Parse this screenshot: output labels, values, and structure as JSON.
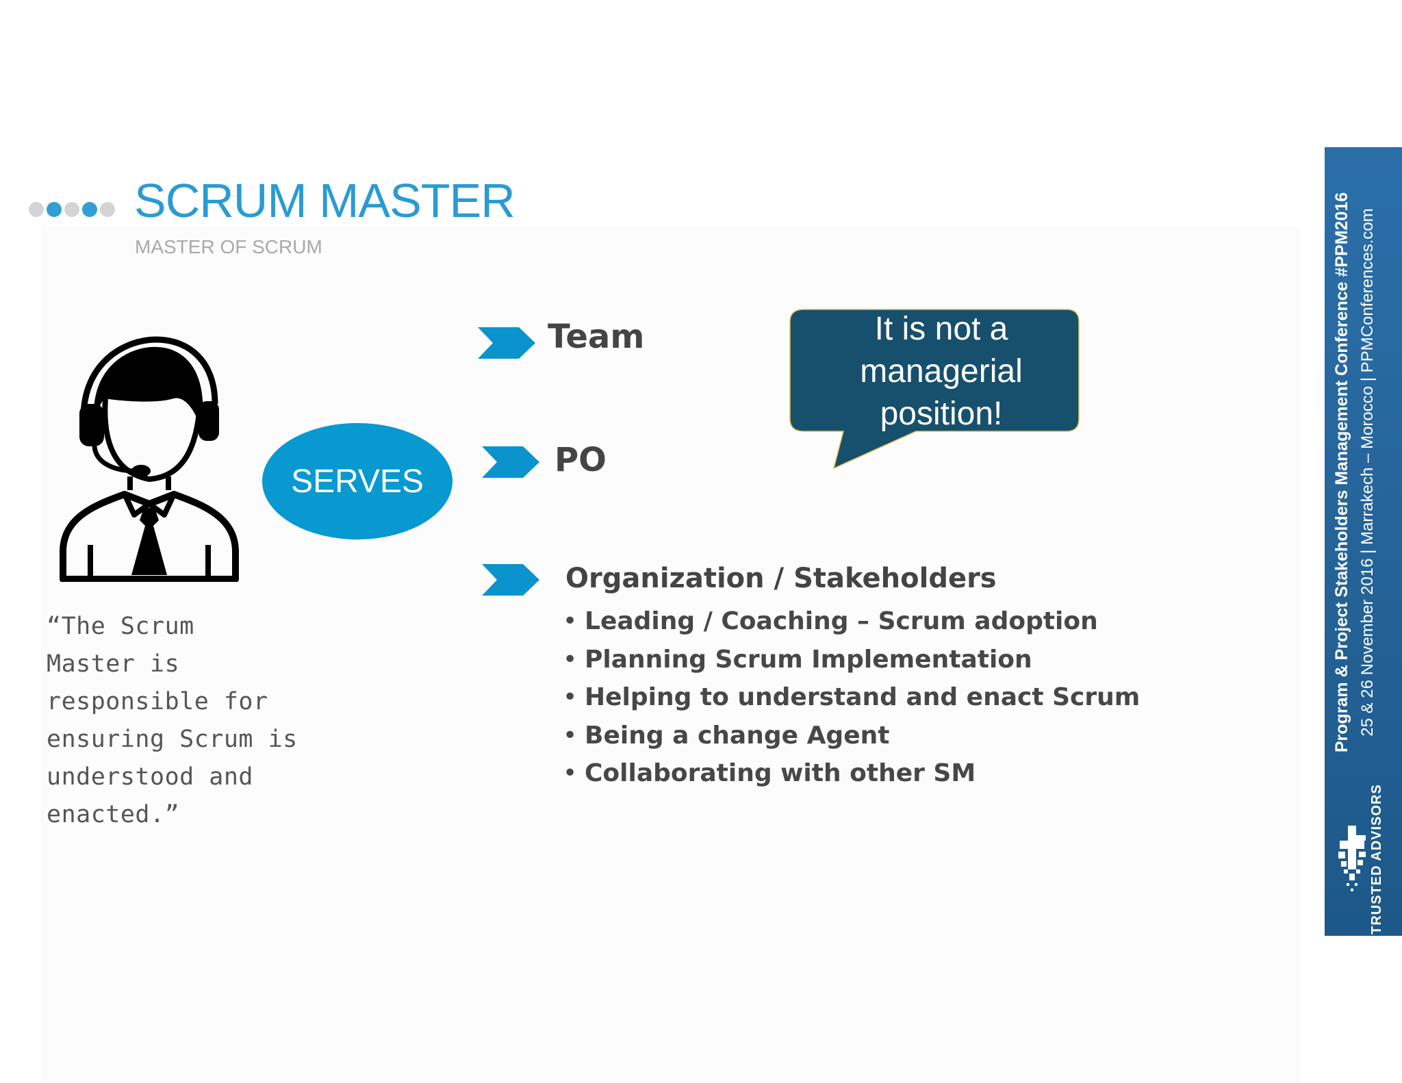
{
  "header": {
    "title": "SCRUM MASTER",
    "subtitle": "MASTER OF SCRUM"
  },
  "quote": {
    "lines": [
      "“The Scrum",
      "Master is",
      "responsible for",
      "ensuring Scrum is",
      "understood and",
      "enacted.”"
    ]
  },
  "diagram": {
    "serves_label": "SERVES",
    "targets": {
      "team": "Team",
      "po": "PO",
      "org": "Organization / Stakeholders"
    },
    "bullets": [
      "Leading / Coaching – Scrum adoption",
      "Planning Scrum Implementation",
      "Helping to understand and enact Scrum",
      "Being a change Agent",
      "Collaborating with other SM"
    ],
    "bullet_char": "•"
  },
  "callout": {
    "lines": [
      "It is not a",
      "managerial",
      "position!"
    ]
  },
  "sidebar": {
    "line1": "Program & Project Stakeholders Management Conference #PPM2016",
    "line2": "25 & 26 November 2016 | Marrakech – Morocco | PPMConferences.com",
    "logo_text": "TRUSTED ADVISORS"
  },
  "colors": {
    "accent": "#2a9bd2",
    "serves": "#0799d0",
    "bubble": "#17506d",
    "sidebar": "#256499"
  },
  "icons": {
    "person": "customer-support-agent-icon",
    "chevron": "chevron-right-icon"
  }
}
